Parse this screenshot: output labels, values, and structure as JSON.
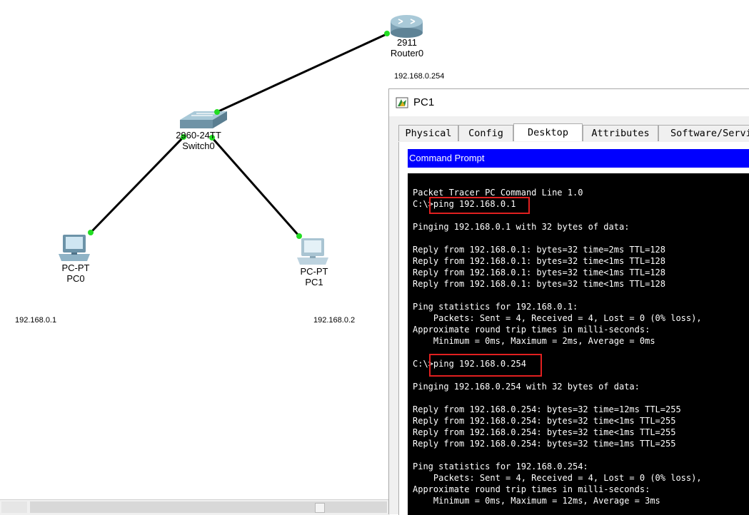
{
  "topology": {
    "devices": [
      {
        "id": "router0",
        "model": "2911",
        "name": "Router0",
        "icon": "router-icon"
      },
      {
        "id": "switch0",
        "model": "2960-24TT",
        "name": "Switch0",
        "icon": "switch-icon"
      },
      {
        "id": "pc0",
        "model": "PC-PT",
        "name": "PC0",
        "icon": "pc-icon"
      },
      {
        "id": "pc1",
        "model": "PC-PT",
        "name": "PC1",
        "icon": "pc-icon"
      }
    ],
    "ip_labels": {
      "router0": "192.168.0.254",
      "pc0": "192.168.0.1",
      "pc1": "192.168.0.2"
    },
    "link_color": "#000000",
    "port_color": "#22dd22"
  },
  "window": {
    "title": "PC1",
    "icon": "packet-tracer-icon",
    "tabs": [
      {
        "label": "Physical",
        "active": false
      },
      {
        "label": "Config",
        "active": false
      },
      {
        "label": "Desktop",
        "active": true
      },
      {
        "label": "Attributes",
        "active": false
      },
      {
        "label": "Software/Services",
        "active": false
      }
    ],
    "app_title": "Command Prompt",
    "app_title_color": "#0000ff",
    "highlight_color": "#e02020"
  },
  "terminal": {
    "lines": [
      "Packet Tracer PC Command Line 1.0",
      "C:\\>ping 192.168.0.1",
      "",
      "Pinging 192.168.0.1 with 32 bytes of data:",
      "",
      "Reply from 192.168.0.1: bytes=32 time=2ms TTL=128",
      "Reply from 192.168.0.1: bytes=32 time<1ms TTL=128",
      "Reply from 192.168.0.1: bytes=32 time<1ms TTL=128",
      "Reply from 192.168.0.1: bytes=32 time<1ms TTL=128",
      "",
      "Ping statistics for 192.168.0.1:",
      "    Packets: Sent = 4, Received = 4, Lost = 0 (0% loss),",
      "Approximate round trip times in milli-seconds:",
      "    Minimum = 0ms, Maximum = 2ms, Average = 0ms",
      "",
      "C:\\>ping 192.168.0.254",
      "",
      "Pinging 192.168.0.254 with 32 bytes of data:",
      "",
      "Reply from 192.168.0.254: bytes=32 time=12ms TTL=255",
      "Reply from 192.168.0.254: bytes=32 time<1ms TTL=255",
      "Reply from 192.168.0.254: bytes=32 time<1ms TTL=255",
      "Reply from 192.168.0.254: bytes=32 time=1ms TTL=255",
      "",
      "Ping statistics for 192.168.0.254:",
      "    Packets: Sent = 4, Received = 4, Lost = 0 (0% loss),",
      "Approximate round trip times in milli-seconds:",
      "    Minimum = 0ms, Maximum = 12ms, Average = 3ms"
    ]
  }
}
